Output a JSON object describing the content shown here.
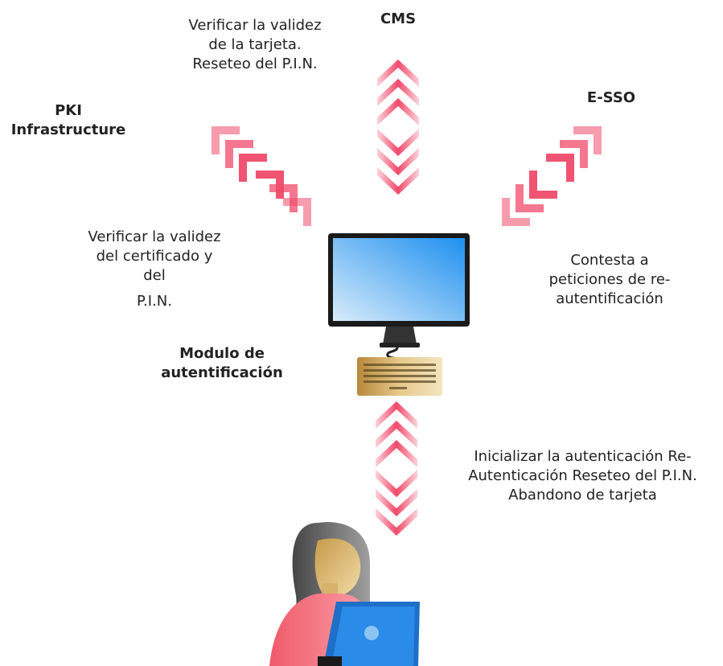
{
  "nodes": {
    "cms": "CMS",
    "esso": "E-SSO",
    "pki": [
      "PKI",
      "Infrastructure"
    ],
    "module": [
      "Modulo de",
      "autentificación"
    ]
  },
  "labels": {
    "card_validity": [
      "Verificar la validez",
      "de la tarjeta.",
      "Reseteo del P.I.N."
    ],
    "cert_validity": [
      "Verificar la validez",
      "del certificado y",
      "del",
      "P.I.N."
    ],
    "reauth_response": [
      "Contesta a",
      "peticiones de re-",
      "autentificación"
    ],
    "user_actions": [
      "Inicializar la autenticación Re-",
      "Autenticación Reseteo del P.I.N.",
      "Abandono de tarjeta"
    ]
  },
  "colors": {
    "arrow": "#f04a6a",
    "screen_start": "#1e90f0",
    "screen_end": "#d8ecfb",
    "keyboard": "#c9a86a",
    "person_shirt": "#f06a78",
    "person_hair": "#3a3a3a",
    "laptop": "#2a8be8"
  },
  "icons": [
    "pki-arrows-icon",
    "cms-arrows-icon",
    "esso-arrows-icon",
    "user-arrows-icon",
    "monitor-icon",
    "keyboard-icon",
    "person-laptop-icon"
  ]
}
